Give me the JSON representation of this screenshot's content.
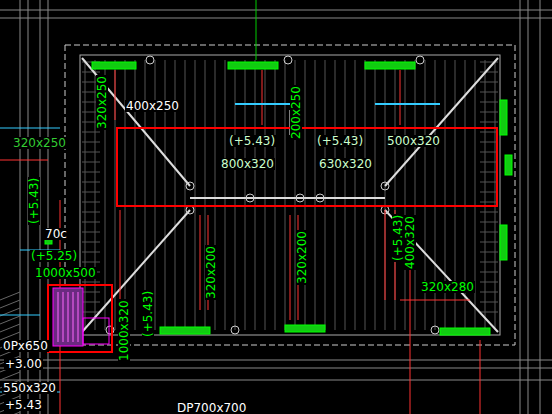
{
  "diagram": {
    "labels": [
      "400x250",
      "320x250",
      "(+5.43)",
      "800x320",
      "(+5.43)",
      "630x320",
      "500x320",
      "200x250",
      "320x250",
      "320x200",
      "320x200",
      "(+5.43)",
      "70c",
      "(+5.25)",
      "1000x500",
      "(+5.43)",
      "400x320",
      "320x280",
      "1000x320",
      "(+5.43)",
      "DP700x700",
      "0Px650",
      "+3.00",
      "550x320",
      "+5.43"
    ]
  }
}
